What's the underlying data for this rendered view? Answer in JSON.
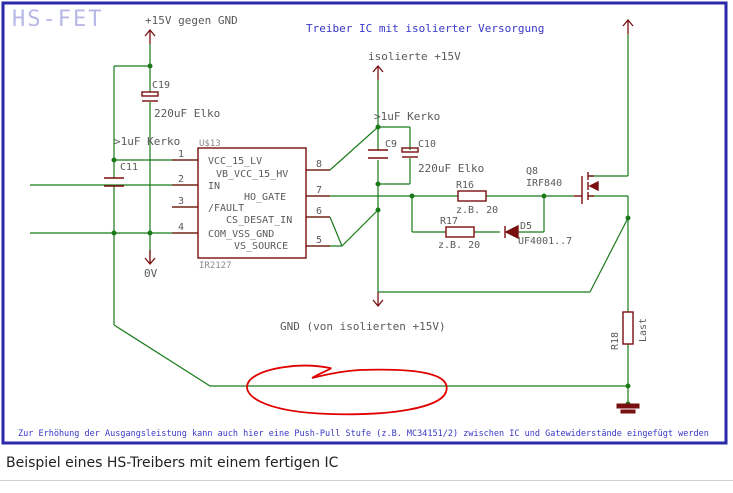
{
  "title": "HS-FET",
  "header_supply": "+15V gegen GND",
  "header_right": "Treiber IC mit isolierter Versorgung",
  "iso_supply": "isolierte +15V",
  "gnd_iso": "GND (von isolierten +15V)",
  "gnd_left": "0V",
  "components": {
    "C19": {
      "ref": "C19",
      "value": "220uF Elko"
    },
    "C11": {
      "ref": "C11",
      "value": ">1uF Kerko"
    },
    "C9": {
      "ref": "C9",
      "value": ">1uF Kerko"
    },
    "C10": {
      "ref": "C10",
      "value": "220uF Elko"
    },
    "R16": {
      "ref": "R16",
      "value": "z.B. 20"
    },
    "R17": {
      "ref": "R17",
      "value": "z.B. 20"
    },
    "D5": {
      "ref": "D5",
      "value": "UF4001..7"
    },
    "Q8": {
      "ref": "Q8",
      "value": "IRF840"
    },
    "R18": {
      "ref": "R18",
      "value": "Last"
    }
  },
  "ic": {
    "ref": "U$13",
    "part": "IR2127",
    "pins_left": [
      {
        "num": "1",
        "name": "VCC_15_LV"
      },
      {
        "num": "2",
        "name": "IN"
      },
      {
        "num": "3",
        "name": "/FAULT"
      },
      {
        "num": "4",
        "name": "COM_VSS_GND"
      }
    ],
    "pins_right": [
      {
        "num": "8",
        "name": "VB_VCC_15_HV"
      },
      {
        "num": "7",
        "name": "HO_GATE"
      },
      {
        "num": "6",
        "name": "CS_DESAT_IN"
      },
      {
        "num": "5",
        "name": "VS_SOURCE"
      }
    ]
  },
  "footnote": "Zur Erhöhung der Ausgangsleistung kann auch hier eine Push-Pull Stufe (z.B. MC34151/2) zwischen IC und Gatewiderstände eingefügt werden",
  "caption": "Beispiel eines HS-Treibers mit einem fertigen IC",
  "colors": {
    "frame": "#2a2aa8",
    "wire": "#1a7a1a",
    "part": "#7a0f0f",
    "label_blue": "#3838c8",
    "markup": "#e00000"
  }
}
